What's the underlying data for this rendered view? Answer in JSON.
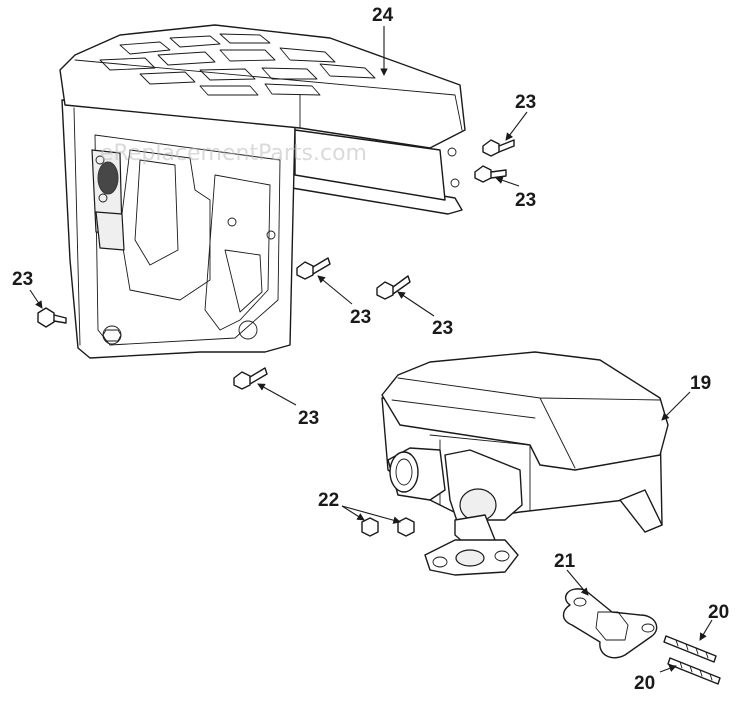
{
  "diagram": {
    "watermark": "eReplacementParts.com",
    "callouts": {
      "c24": "24",
      "c23a": "23",
      "c23b": "23",
      "c23c": "23",
      "c23d": "23",
      "c23e": "23",
      "c23f": "23",
      "c19": "19",
      "c22": "22",
      "c21": "21",
      "c20a": "20",
      "c20b": "20"
    }
  }
}
